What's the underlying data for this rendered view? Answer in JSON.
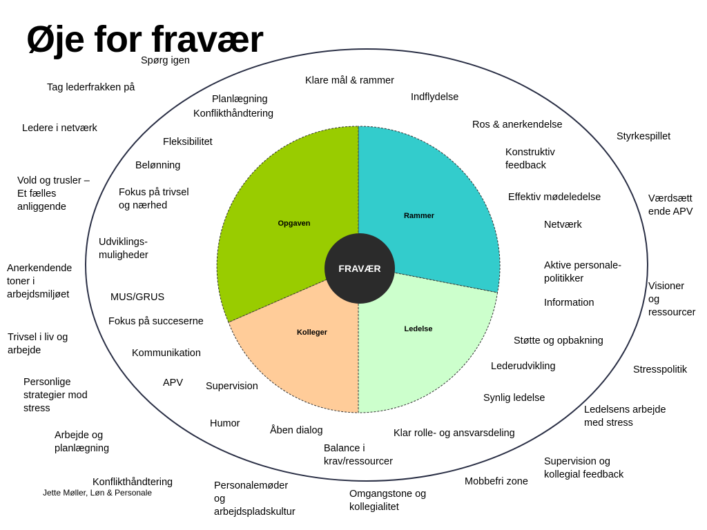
{
  "slide": {
    "title": "Øje for fravær",
    "credit": "Jette Møller, Løn & Personale"
  },
  "center": {
    "label": "FRAVÆR"
  },
  "segments": {
    "rammer": {
      "label": "Rammer",
      "color": "#33cccc"
    },
    "ledelse": {
      "label": "Ledelse",
      "color": "#ccffcc"
    },
    "kolleger": {
      "label": "Kolleger",
      "color": "#ffcc99"
    },
    "opgaven": {
      "label": "Opgaven",
      "color": "#99cc00"
    }
  },
  "colors": {
    "center_fill": "#2b2b2b",
    "outline": "#2a2f45"
  },
  "labels": {
    "sporg_igen": "Spørg igen",
    "tag_lederfrakken": "Tag lederfrakken på",
    "klare_maal": "Klare mål & rammer",
    "indflydelse": "Indflydelse",
    "planlaegning": "Planlægning",
    "konflikthaandtering_1": "Konflikthåndtering",
    "ledere_netvaerk": "Ledere i netværk",
    "ros_anerkendelse": "Ros & anerkendelse",
    "styrkespillet": "Styrkespillet",
    "fleksibilitet": "Fleksibilitet",
    "konstruktiv_feedback": [
      "Konstruktiv",
      "feedback"
    ],
    "belonning": "Belønning",
    "vold_trusler": [
      "Vold og trusler –",
      "Et fælles",
      "anliggende"
    ],
    "fokus_trivsel": [
      "Fokus på trivsel",
      "og nærhed"
    ],
    "effektiv_modeledelse": "Effektiv mødeledelse",
    "vaerdsaettende_apv": [
      "Værdsætt",
      "ende APV"
    ],
    "netvaerk": "Netværk",
    "udviklingsmuligheder": [
      "Udviklings-",
      "muligheder"
    ],
    "anerkendende_toner": [
      "Anerkendende",
      "toner i",
      "arbejdsmiljøet"
    ],
    "aktive_personalepolitikker": [
      "Aktive personale-",
      "politikker"
    ],
    "visioner_ressourcer": [
      "Visioner",
      "og",
      "ressourcer"
    ],
    "mus_grus": "MUS/GRUS",
    "information": "Information",
    "fokus_succeserne": "Fokus på succeserne",
    "trivsel_liv": [
      "Trivsel i liv og",
      "arbejde"
    ],
    "stotte_opbakning": "Støtte og opbakning",
    "kommunikation": "Kommunikation",
    "lederudvikling": "Lederudvikling",
    "stresspolitik": "Stresspolitik",
    "personlige_strategier": [
      "Personlige",
      "strategier mod",
      "stress"
    ],
    "apv": "APV",
    "supervision": "Supervision",
    "synlig_ledelse": "Synlig ledelse",
    "ledelsens_arbejde": [
      "Ledelsens arbejde",
      "med stress"
    ],
    "humor": "Humor",
    "aaben_dialog": "Åben dialog",
    "klar_rolle": "Klar rolle- og ansvarsdeling",
    "arbejde_planlaegning": [
      "Arbejde og",
      "planlægning"
    ],
    "balance_krav": [
      "Balance i",
      "krav/ressourcer"
    ],
    "supervision_kollegial": [
      "Supervision og",
      "kollegial feedback"
    ],
    "konflikthaandtering_2": "Konflikthåndtering",
    "personalemoder": [
      "Personalemøder",
      "og",
      "arbejdspladskultur"
    ],
    "mobbefri_zone": "Mobbefri zone",
    "omgangstone": [
      "Omgangstone og",
      "kollegialitet"
    ]
  }
}
